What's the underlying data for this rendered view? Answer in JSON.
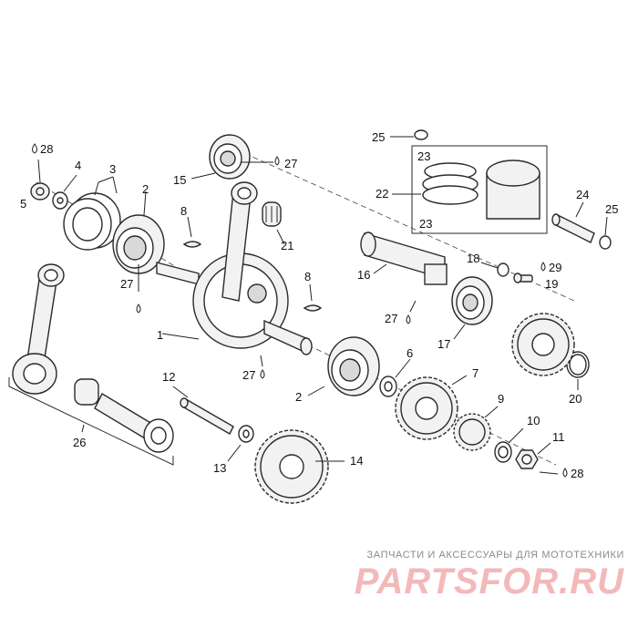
{
  "diagram": {
    "labels": {
      "n1": "1",
      "n2a": "2",
      "n2b": "2",
      "n3": "3",
      "n4": "4",
      "n5": "5",
      "n6": "6",
      "n7": "7",
      "n8a": "8",
      "n8b": "8",
      "n9": "9",
      "n10": "10",
      "n11": "11",
      "n12": "12",
      "n13": "13",
      "n14": "14",
      "n15": "15",
      "n16": "16",
      "n17": "17",
      "n18": "18",
      "n19": "19",
      "n20": "20",
      "n21": "21",
      "n22": "22",
      "n23a": "23",
      "n23b": "23",
      "n24": "24",
      "n25a": "25",
      "n25b": "25",
      "n26": "26",
      "n27a": "27",
      "n27b": "27",
      "n27c": "27",
      "n27d": "27",
      "n28a": "28",
      "n28b": "28",
      "n29": "29"
    }
  },
  "watermark": {
    "tagline": "ЗАПЧАСТИ И АКСЕССУАРЫ ДЛЯ МОТОТЕХНИКИ",
    "brand": "PARTSFOR.RU"
  },
  "colors": {
    "line": "#2a2a2a",
    "watermark_text": "#8a8a8a",
    "watermark_brand": "#f3b9b9"
  }
}
